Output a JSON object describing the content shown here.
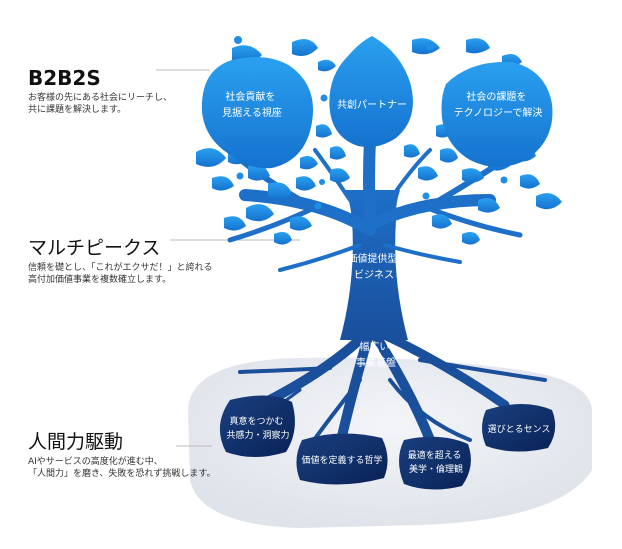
{
  "callouts": {
    "b2b2s": {
      "heading": "B2B2S",
      "line1": "お客様の先にある社会にリーチし、",
      "line2": "共に課題を解決します。"
    },
    "multi": {
      "heading": "マルチピークス",
      "line1": "信頼を礎とし、「これがエクサだ！」と誇れる",
      "line2": "高付加価値事業を複数確立します。"
    },
    "human": {
      "heading": "人間力駆動",
      "line1": "AIやサービスの高度化が進む中、",
      "line2": "「人間力」を磨き、失敗を恐れず挑戦します。"
    }
  },
  "leaves": {
    "left": {
      "line1": "社会貢献を",
      "line2": "見据える視座"
    },
    "center": {
      "line1": "共創パートナー"
    },
    "right": {
      "line1": "社会の課題を",
      "line2": "テクノロジーで解決"
    }
  },
  "trunk": {
    "upper": {
      "line1": "価値提供型",
      "line2": "ビジネス"
    },
    "lower": {
      "line1": "幅広い",
      "line2": "事業基盤"
    }
  },
  "roots": {
    "r1": {
      "line1": "真意をつかむ",
      "line2": "共感力・洞察力"
    },
    "r2": {
      "line1": "価値を定義する哲学"
    },
    "r3": {
      "line1": "最適を超える",
      "line2": "美学・倫理観"
    },
    "r4": {
      "line1": "選びとるセンス"
    }
  },
  "colors": {
    "leaf": "#1e8ee6",
    "trunk": "#1f5fb0",
    "root": "#0f2d68",
    "ground": "#e8eaee"
  }
}
